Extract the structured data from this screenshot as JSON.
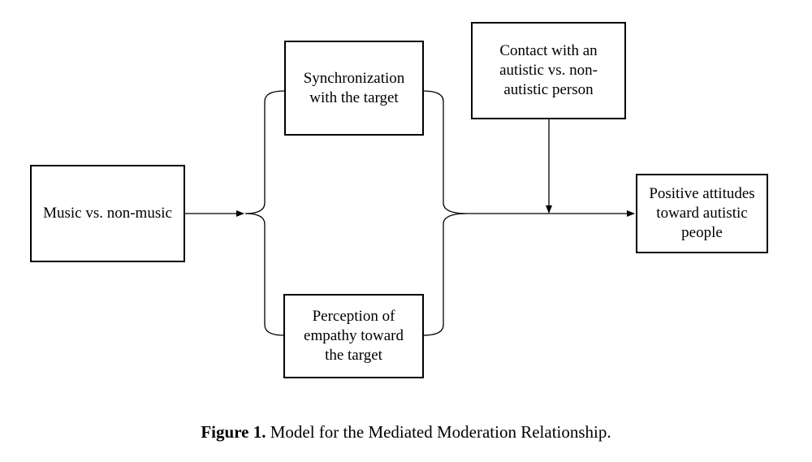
{
  "diagram": {
    "nodes": {
      "independent": {
        "label": "Music vs. non-music"
      },
      "mediator_sync": {
        "lines": [
          "Synchronization",
          "with the target"
        ]
      },
      "mediator_empathy": {
        "lines": [
          "Perception of",
          "empathy toward",
          "the target"
        ]
      },
      "moderator": {
        "lines": [
          "Contact with an",
          "autistic vs. non-",
          "autistic person"
        ]
      },
      "outcome": {
        "lines": [
          "Positive attitudes",
          "toward autistic",
          "people"
        ]
      }
    },
    "edges": [
      {
        "from": "independent",
        "to": "mediators"
      },
      {
        "from": "mediators",
        "to": "outcome"
      },
      {
        "from": "moderator",
        "to": "mediators-outcome path"
      }
    ]
  },
  "caption": {
    "label": "Figure 1.",
    "text": "Model for the Mediated Moderation Relationship."
  }
}
